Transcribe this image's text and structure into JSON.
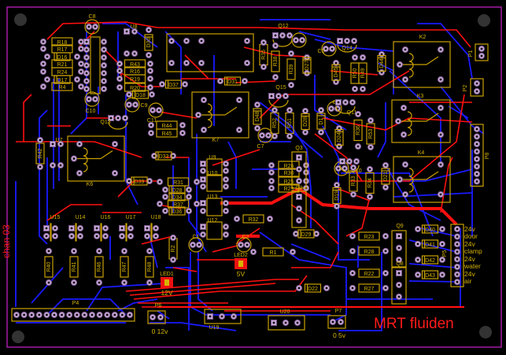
{
  "board": {
    "title": "MRT fluiden",
    "version_label": "chan 03",
    "colors": {
      "background": "#000000",
      "outline": "#cc22cc",
      "top_copper": "#ff1010",
      "bottom_copper": "#1a1aff",
      "silkscreen": "#c8a000",
      "pad": "#c8a8d8",
      "mount_hole": "#333333",
      "led": "#ee1111"
    }
  },
  "components": {
    "resistors": [
      "R18",
      "R17",
      "R21",
      "R24",
      "R4",
      "R43",
      "R16",
      "R19",
      "R20",
      "R44",
      "R45",
      "R42",
      "R31",
      "R37",
      "R26",
      "R30",
      "R25",
      "R29",
      "R32",
      "R1",
      "R35",
      "R38",
      "R39",
      "R52",
      "R51",
      "R50",
      "R49",
      "R36",
      "R53",
      "R34",
      "R33",
      "R40",
      "R41",
      "R46",
      "R47",
      "R48",
      "R23",
      "R28",
      "R22",
      "R27",
      "R2"
    ],
    "diodes": [
      "D16",
      "D17",
      "D18",
      "D30",
      "D37",
      "D31",
      "D27",
      "D48",
      "D28",
      "D1",
      "D44",
      "D45",
      "D24",
      "D33",
      "D39",
      "D28",
      "D34",
      "D36",
      "D21",
      "D19",
      "D40",
      "D41",
      "D42",
      "D43",
      "D29",
      "D22"
    ],
    "capacitors": [
      "C8",
      "C10",
      "C9",
      "C11",
      "C5",
      "C7",
      "C3",
      "C1",
      "C2"
    ],
    "ics": [
      "U8",
      "U7",
      "U9",
      "U10",
      "U13",
      "U12",
      "U14",
      "U15",
      "U16",
      "U17",
      "U18",
      "U19",
      "U20"
    ],
    "transistors": [
      "Q12",
      "Q14",
      "Q15",
      "Q11",
      "Q13",
      "Q10",
      "Q3",
      "Q2",
      "Q9",
      "Q8"
    ],
    "relays": [
      "K2",
      "K3",
      "K4",
      "K6",
      "K7"
    ],
    "connectors": [
      "P1",
      "P2",
      "P4",
      "P6",
      "P7",
      "P8",
      "P5"
    ],
    "leds": [
      {
        "ref": "LED1",
        "label": "12V"
      },
      {
        "ref": "LED2",
        "label": "5V"
      }
    ]
  },
  "labels": {
    "r18": "R18",
    "r17": "R17",
    "d16": "D16",
    "r21": "R21",
    "r24": "R24",
    "d17": "D17",
    "r4": "R4",
    "c8": "C8",
    "c10": "C10",
    "u8": "U8",
    "d30": "D30",
    "r43": "R43",
    "r16": "R16",
    "r19": "R19",
    "r20": "R20",
    "d18": "D18",
    "c9": "C9",
    "c11": "C11",
    "q13": "Q13",
    "r44": "R44",
    "r45": "R45",
    "d37": "D37",
    "d31": "D31",
    "k7": "K7",
    "q12": "Q12",
    "r35": "R35",
    "r38": "R38",
    "r39": "R39",
    "d27": "D27",
    "c5": "C5",
    "q14": "Q14",
    "r50": "R50",
    "r49": "R49",
    "d44": "D44",
    "d45": "D45",
    "q15": "Q15",
    "d48": "D48",
    "r52": "R52",
    "r51": "R51",
    "d28b": "D28",
    "d1": "D1",
    "c7": "C7",
    "q11": "Q11",
    "r36": "R36",
    "d24": "D24",
    "r53": "R53",
    "k2": "K2",
    "k3": "K3",
    "k4": "K4",
    "p1": "P1",
    "p2": "P2",
    "p8": "P8",
    "u7": "U7",
    "r42": "R42",
    "k6": "K6",
    "d33": "D33",
    "d39": "D39",
    "u9": "U9",
    "u10": "U10",
    "u13": "U13",
    "u12": "U12",
    "r31": "R31",
    "d28": "D28",
    "d34": "D34",
    "r37": "R37",
    "d36": "D36",
    "r26": "R26",
    "r30": "R30",
    "r25": "R25",
    "r29": "R29",
    "r32": "R32",
    "q3": "Q3",
    "q2": "Q2",
    "c3": "C3",
    "q10": "Q10",
    "r33": "R33",
    "r34": "R34",
    "d21": "D21",
    "d19": "D19",
    "u15": "U15",
    "u14": "U14",
    "u16": "U16",
    "u17": "U17",
    "u18": "U18",
    "r40": "R40",
    "r41": "R41",
    "r46": "R46",
    "r47": "R47",
    "r48": "R48",
    "p4": "P4",
    "p6": "P6",
    "p6_pins": "0  12v",
    "led1": "LED1",
    "led1_v": "12V",
    "c1": "C1",
    "c2": "C2",
    "r2": "R2",
    "led2": "LED2",
    "led2_v": "5V",
    "r1": "R1",
    "d29": "D29",
    "d22": "D22",
    "u19": "U19",
    "u20": "U20",
    "p7": "P7",
    "p7_pins": "0  5v",
    "r23": "R23",
    "r28": "R28",
    "r22": "R22",
    "r27": "R27",
    "q9": "Q9",
    "q8": "Q8",
    "d40": "D40",
    "d41": "D41",
    "d42": "D42",
    "d43": "D43",
    "p5": "P5"
  },
  "connector_p5_pins": [
    "24v",
    "door",
    "24v",
    "clamp",
    "24v",
    "water",
    "24v",
    "air"
  ]
}
